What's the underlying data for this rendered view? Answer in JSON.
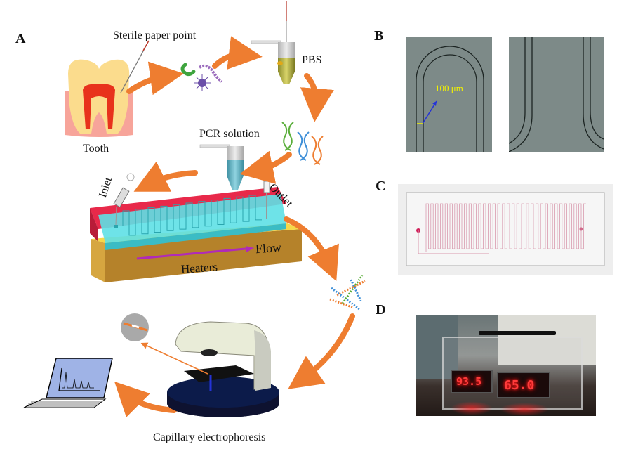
{
  "panels": {
    "A": {
      "letter": "A",
      "labels": {
        "sterile_paper_point": "Sterile paper point",
        "tooth": "Tooth",
        "pbs": "PBS",
        "pcr_solution": "PCR solution",
        "inlet": "Inlet",
        "outlet": "Outlet",
        "flow": "Flow",
        "heaters": "Heaters",
        "capillary_electrophoresis": "Capillary electrophoresis"
      }
    },
    "B": {
      "letter": "B",
      "scale_label": "100 μm"
    },
    "C": {
      "letter": "C"
    },
    "D": {
      "letter": "D",
      "display_left": "93.5",
      "display_right": "65.0"
    }
  },
  "colors": {
    "arrow": "#ee7d30",
    "chip": "#5ee0e6",
    "chip_frame": "#e8294a",
    "heater_top": "#f5d84a",
    "heater_side": "#b5822a",
    "flow_arrow": "#b02ab8",
    "laptop_screen": "#9fb3e6",
    "micro_bg": "#7d8a88",
    "scale_text": "#f2f200"
  }
}
